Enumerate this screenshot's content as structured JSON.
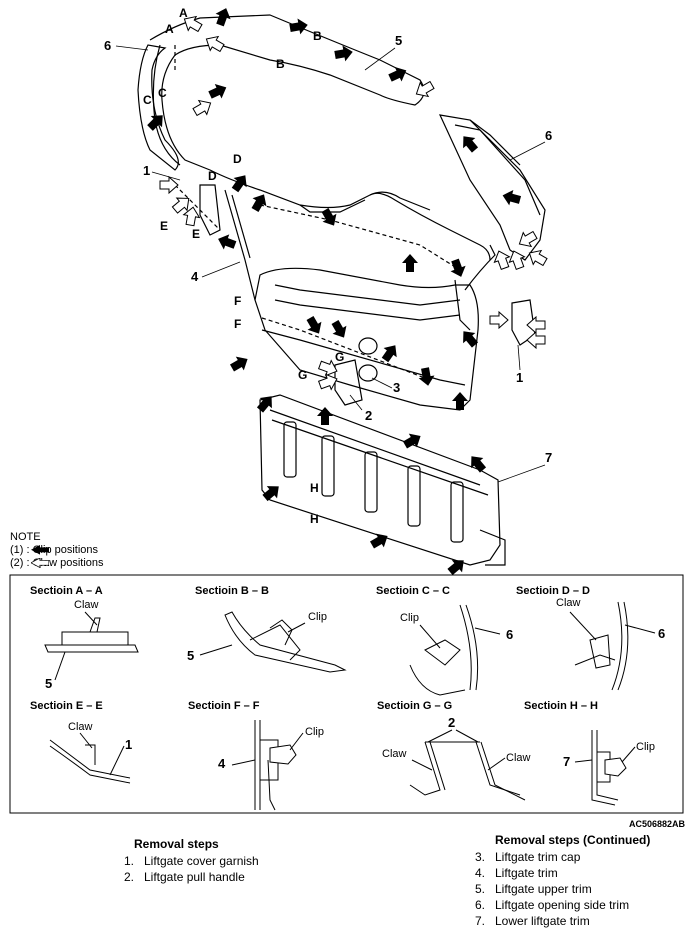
{
  "labels": {
    "part_1": "1",
    "part_2": "2",
    "part_3": "3",
    "part_4": "4",
    "part_5": "5",
    "part_6": "6",
    "part_7": "7",
    "A": "A",
    "B": "B",
    "C": "C",
    "D": "D",
    "E": "E",
    "F": "F",
    "G": "G",
    "H": "H",
    "claw": "Claw",
    "clip": "Clip"
  },
  "note": {
    "title": "NOTE",
    "clip": "(1)      : Clip positions",
    "claw": "(2)      : Claw positions"
  },
  "sections": {
    "aa": "Sectioin A – A",
    "bb": "Sectioin B – B",
    "cc": "Sectioin C – C",
    "dd": "Sectioin D – D",
    "ee": "Sectioin E – E",
    "ff": "Sectioin F – F",
    "gg": "Sectioin G – G",
    "hh": "Sectioin H – H"
  },
  "reference_code": "AC506882AB",
  "removal_steps": {
    "title": "Removal steps",
    "items": [
      {
        "num": "1.",
        "text": "Liftgate cover garnish"
      },
      {
        "num": "2.",
        "text": "Liftgate pull handle"
      }
    ]
  },
  "removal_steps_continued": {
    "title": "Removal steps (Continued)",
    "items": [
      {
        "num": "3.",
        "text": "Liftgate trim cap"
      },
      {
        "num": "4.",
        "text": "Liftgate trim"
      },
      {
        "num": "5.",
        "text": "Liftgate upper trim"
      },
      {
        "num": "6.",
        "text": "Liftgate opening side trim"
      },
      {
        "num": "7.",
        "text": "Lower liftgate trim"
      }
    ]
  }
}
